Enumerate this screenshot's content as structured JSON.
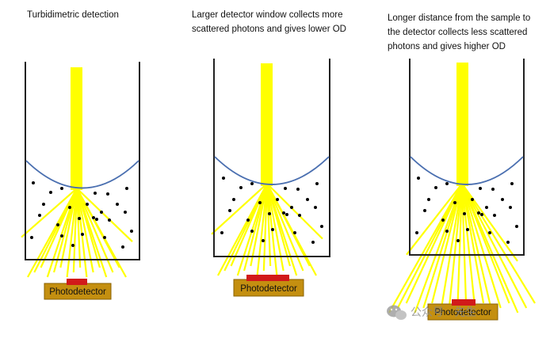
{
  "panels": [
    {
      "caption": "Turbidimetric detection",
      "detector_label": "Photodetector"
    },
    {
      "caption": "Larger detector window collects more\nscattered photons and gives lower OD",
      "detector_label": "Photodetector"
    },
    {
      "caption": "Longer distance from the sample to\nthe detector collects less scattered\nphotons and gives higher OD",
      "detector_label": "Photodetector"
    }
  ],
  "watermark": {
    "text": "公众号 · 先生",
    "icon": "wechat-icon"
  },
  "colors": {
    "beam": "#ffff00",
    "meniscus": "#4a6fb0",
    "cuvette": "#222222",
    "particle": "#000000",
    "detector_body": "#c48f10",
    "detector_window": "#d11a1a"
  }
}
